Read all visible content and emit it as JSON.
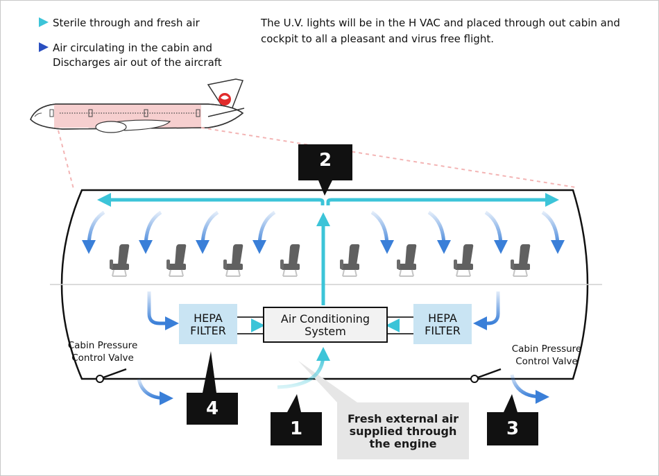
{
  "legend": {
    "cyan_label": "Sterile through and fresh air",
    "blue_label_line1": "Air circulating in the cabin and",
    "blue_label_line2": "Discharges air out of the aircraft"
  },
  "note": "The U.V. lights will be in the H VAC  and placed through out cabin and cockpit to all a pleasant and virus free flight.",
  "labels": {
    "valve_left_line1": "Cabin Pressure",
    "valve_left_line2": "Control Valve",
    "valve_right_line1": "Cabin Pressure",
    "valve_right_line2": "Control Valve",
    "hepa_left_line1": "HEPA",
    "hepa_left_line2": "FILTER",
    "hepa_right_line1": "HEPA",
    "hepa_right_line2": "FILTER",
    "ac_line1": "Air Conditioning",
    "ac_line2": "System",
    "fresh_line1": "Fresh external air",
    "fresh_line2": "supplied through",
    "fresh_line3": "the engine"
  },
  "numbers": {
    "n1": "1",
    "n2": "2",
    "n3": "3",
    "n4": "4"
  },
  "colors": {
    "sterile_air": "#3cc4d8",
    "circulating_air": "#3a7fd8",
    "legend_blue": "#2a4fc0",
    "filter_fill": "#c9e4f3",
    "label_black": "#111111",
    "fuselage_highlight": "#f4c7c7",
    "seat": "#606060",
    "fresh_box": "#e6e6e6"
  },
  "icons": [
    "airplane-icon",
    "crane-logo-icon",
    "seat-icon",
    "valve-icon",
    "arrow-icon"
  ]
}
